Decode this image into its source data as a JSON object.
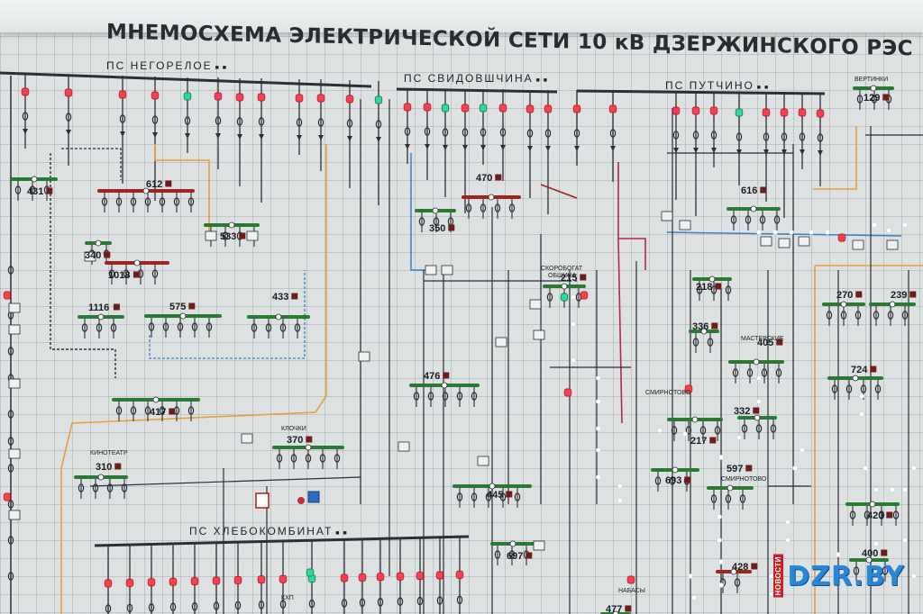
{
  "title": "МНЕМОСХЕМА ЭЛЕКТРИЧЕСКОЙ СЕТИ 10 кВ ДЗЕРЖИНСКОГО РЭС",
  "substations": [
    {
      "id": "negorelo",
      "label": "ПС  НЕГОРЕЛОЕ"
    },
    {
      "id": "svidovshchina",
      "label": "ПС  СВИДОВШЧИНА"
    },
    {
      "id": "putchino",
      "label": "ПС  ПУТЧИНО"
    },
    {
      "id": "khlebokombinat",
      "label": "ПС  ХЛЕБОКОМБИНАТ"
    }
  ],
  "node_numbers": {
    "n431": "431",
    "n612": "612",
    "n340": "340",
    "n1018": "1018",
    "n533": "533",
    "n1116": "1116",
    "n575": "575",
    "n433": "433",
    "n417": "417",
    "n370": "370",
    "n310": "310",
    "n350": "350",
    "n470": "470",
    "n476": "476",
    "n445": "445",
    "n697": "697",
    "n215": "215",
    "n616": "616",
    "n218": "218",
    "n336": "336",
    "n405": "405",
    "n332": "332",
    "n217": "217",
    "n693": "693",
    "n597": "597",
    "n428": "428",
    "n477": "477",
    "n129": "129",
    "n270": "270",
    "n239": "239",
    "n724": "724",
    "n420": "420",
    "n400": "400"
  },
  "place_names": {
    "klochki": "КЛОЧКИ",
    "kinoteatr": "КИНОТЕАТР",
    "vertinki": "ВЕРТИНКИ",
    "skorobogat": "СКОРОБОГАТ",
    "obshchina": "ОБЩИНА",
    "masterskie": "МАСТЕРСКИЕ",
    "smirnotovo": "СМИРНОТОВО",
    "smirnovka": "СМИРНОТОВО",
    "kkhp": "КХП",
    "nabasy": "НАБАСЫ"
  },
  "lamp_colors": {
    "red": "#ff3d4e",
    "green": "#1de29a",
    "white": "#ffffff"
  },
  "line_colors": {
    "bus": "#2a7a33",
    "breaker": "#9e2420",
    "feeder": "#2b2e33",
    "orange": "#e3a13a",
    "blue": "#3b7fc4",
    "crimson": "#b02a4a"
  },
  "watermark": {
    "tag": "НОВОСТИ",
    "name": "DZR.BY"
  }
}
